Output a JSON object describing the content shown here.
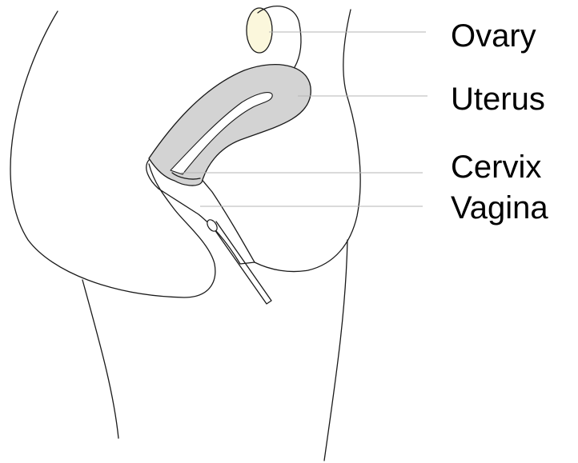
{
  "labels": {
    "ovary": "Ovary",
    "uterus": "Uterus",
    "cervix": "Cervix",
    "vagina": "Vagina"
  },
  "colors": {
    "outline": "#1a1a1a",
    "uterus_fill": "#d3d3d3",
    "ovary_fill": "#fbf7dc",
    "leader_line": "#b4b4b4",
    "label_text": "#000000"
  }
}
